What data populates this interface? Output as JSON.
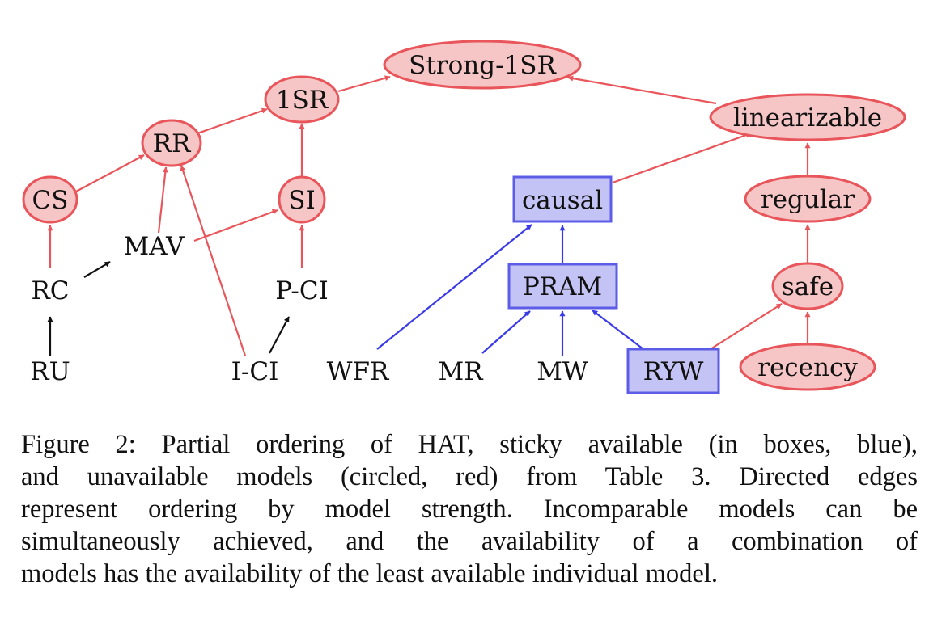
{
  "colors": {
    "unavailable_fill": "#f6c6c6",
    "unavailable_stroke": "#e8555a",
    "sticky_fill": "#c3c3f5",
    "sticky_stroke": "#5c5ce6",
    "hat_edge": "#111111"
  },
  "nodes": {
    "strong_1sr": "Strong-1SR",
    "one_sr": "1SR",
    "rr": "RR",
    "cs": "CS",
    "si": "SI",
    "linearizable": "linearizable",
    "regular": "regular",
    "safe": "safe",
    "recency": "recency",
    "causal": "causal",
    "pram": "PRAM",
    "ryw": "RYW",
    "mav": "MAV",
    "rc": "RC",
    "ru": "RU",
    "p_ci": "P-CI",
    "i_ci": "I-CI",
    "wfr": "WFR",
    "mr": "MR",
    "mw": "MW"
  },
  "node_kinds": {
    "unavailable": [
      "strong_1sr",
      "one_sr",
      "rr",
      "cs",
      "si",
      "linearizable",
      "regular",
      "safe",
      "recency"
    ],
    "sticky": [
      "causal",
      "pram",
      "ryw"
    ],
    "hat": [
      "mav",
      "rc",
      "ru",
      "p_ci",
      "i_ci",
      "wfr",
      "mr",
      "mw"
    ]
  },
  "edges": [
    {
      "from": "ru",
      "to": "rc",
      "color": "black"
    },
    {
      "from": "rc",
      "to": "mav",
      "color": "black"
    },
    {
      "from": "i_ci",
      "to": "p_ci",
      "color": "black"
    },
    {
      "from": "rc",
      "to": "cs",
      "color": "red"
    },
    {
      "from": "cs",
      "to": "rr",
      "color": "red"
    },
    {
      "from": "mav",
      "to": "rr",
      "color": "red"
    },
    {
      "from": "i_ci",
      "to": "rr",
      "color": "red"
    },
    {
      "from": "mav",
      "to": "si",
      "color": "red"
    },
    {
      "from": "p_ci",
      "to": "si",
      "color": "red"
    },
    {
      "from": "rr",
      "to": "one_sr",
      "color": "red"
    },
    {
      "from": "si",
      "to": "one_sr",
      "color": "red"
    },
    {
      "from": "one_sr",
      "to": "strong_1sr",
      "color": "red"
    },
    {
      "from": "linearizable",
      "to": "strong_1sr",
      "color": "red"
    },
    {
      "from": "causal",
      "to": "linearizable",
      "color": "red"
    },
    {
      "from": "regular",
      "to": "linearizable",
      "color": "red"
    },
    {
      "from": "safe",
      "to": "regular",
      "color": "red"
    },
    {
      "from": "recency",
      "to": "safe",
      "color": "red"
    },
    {
      "from": "ryw",
      "to": "safe",
      "color": "red"
    },
    {
      "from": "wfr",
      "to": "causal",
      "color": "blue"
    },
    {
      "from": "pram",
      "to": "causal",
      "color": "blue"
    },
    {
      "from": "mr",
      "to": "pram",
      "color": "blue"
    },
    {
      "from": "mw",
      "to": "pram",
      "color": "blue"
    },
    {
      "from": "ryw",
      "to": "pram",
      "color": "blue"
    }
  ],
  "caption": [
    "Figure 2: Partial ordering of HAT, sticky available (in boxes, blue),",
    "and unavailable models (circled, red) from Table 3. Directed edges",
    "represent ordering by model strength. Incomparable models can be",
    "simultaneously achieved, and the availability of a combination of",
    "models has the availability of the least available individual model."
  ]
}
